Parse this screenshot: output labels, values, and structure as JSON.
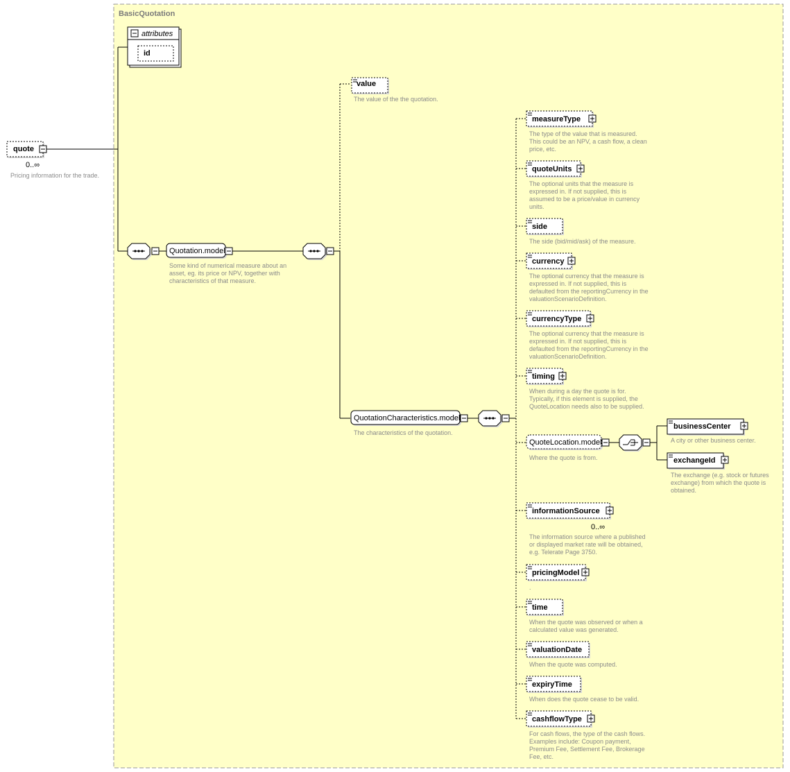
{
  "diagram": {
    "type_name": "BasicQuotation",
    "attributes_label": "attributes",
    "attribute_id": "id",
    "root": {
      "name": "quote",
      "cardinality": "0..∞",
      "doc": [
        "Pricing information for the trade."
      ]
    },
    "quotation_model": {
      "name": "Quotation.model",
      "doc": [
        "Some kind of numerical measure about an",
        "asset, eg. its price or NPV, together with",
        "characteristics of that measure."
      ]
    },
    "value": {
      "name": "value",
      "doc": [
        "The value of the the quotation."
      ]
    },
    "characteristics_model": {
      "name": "QuotationCharacteristics.model",
      "doc": [
        "The characteristics of the quotation."
      ]
    },
    "children": [
      {
        "name": "measureType",
        "expand": true,
        "doc": [
          "The type of the value that is measured.",
          "This could be an NPV, a cash flow, a clean",
          "price, etc."
        ]
      },
      {
        "name": "quoteUnits",
        "expand": true,
        "doc": [
          "The optional units that the measure is",
          "expressed in. If not supplied, this is",
          "assumed to be a price/value in currency",
          "units."
        ]
      },
      {
        "name": "side",
        "expand": false,
        "doc": [
          "The side (bid/mid/ask) of the measure."
        ]
      },
      {
        "name": "currency",
        "expand": true,
        "doc": [
          "The optional currency that the measure is",
          "expressed in. If not supplied, this is",
          "defaulted from the reportingCurrency in the",
          "valuationScenarioDefinition."
        ]
      },
      {
        "name": "currencyType",
        "expand": true,
        "doc": [
          "The optional currency that the measure is",
          "expressed in. If not supplied, this is",
          "defaulted from the reportingCurrency in the",
          "valuationScenarioDefinition."
        ]
      },
      {
        "name": "timing",
        "expand": true,
        "doc": [
          "When during a day the quote is for.",
          "Typically, if this element is supplied, the",
          "QuoteLocation needs also to be supplied."
        ]
      }
    ],
    "location_model": {
      "name": "QuoteLocation.model",
      "doc": [
        "Where the quote is from."
      ]
    },
    "location_children": [
      {
        "name": "businessCenter",
        "doc": [
          "A city or other business center."
        ]
      },
      {
        "name": "exchangeId",
        "doc": [
          "The exchange (e.g. stock or futures",
          "exchange) from which the quote is",
          "obtained."
        ]
      }
    ],
    "children_after": [
      {
        "name": "informationSource",
        "expand": true,
        "cardinality": "0..∞",
        "doc": [
          "The information source where a published",
          "or displayed market rate will be obtained,",
          "e.g. Telerate Page 3750."
        ]
      },
      {
        "name": "pricingModel",
        "expand": true,
        "doc": [
          "."
        ]
      },
      {
        "name": "time",
        "expand": false,
        "doc": [
          "When the quote was observed or when a",
          "calculated value was generated."
        ]
      },
      {
        "name": "valuationDate",
        "expand": false,
        "doc": [
          "When the quote was computed."
        ]
      },
      {
        "name": "expiryTime",
        "expand": false,
        "doc": [
          "When does the quote cease to be valid."
        ]
      },
      {
        "name": "cashflowType",
        "expand": true,
        "doc": [
          "For cash flows, the type of the cash flows.",
          "Examples include: Coupon payment,",
          "Premium Fee, Settlement Fee, Brokerage",
          "Fee, etc."
        ]
      }
    ],
    "colors": {
      "panel": "#ffffc8",
      "panel_border": "#9a9a9a",
      "doc_text": "#8a8a8a",
      "line": "#000000"
    }
  }
}
